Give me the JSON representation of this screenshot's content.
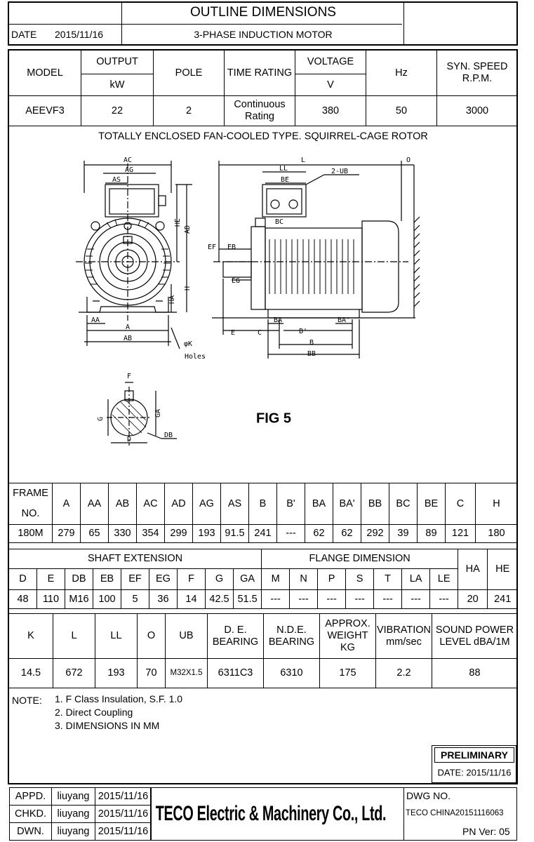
{
  "header": {
    "title": "OUTLINE DIMENSIONS",
    "subtitle": "3-PHASE INDUCTION MOTOR",
    "date_label": "DATE",
    "date_value": "2015/11/16"
  },
  "spec": {
    "headers": {
      "model": "MODEL",
      "output": "OUTPUT",
      "output_unit": "kW",
      "pole": "POLE",
      "time_rating": "TIME RATING",
      "voltage": "VOLTAGE",
      "voltage_unit": "V",
      "hz": "Hz",
      "speed": "SYN. SPEED R.P.M."
    },
    "values": {
      "model": "AEEVF3",
      "output": "22",
      "pole": "2",
      "time_rating": "Continuous Rating",
      "voltage": "380",
      "hz": "50",
      "speed": "3000"
    }
  },
  "drawing": {
    "caption": "TOTALLY ENCLOSED FAN-COOLED TYPE. SQUIRREL-CAGE ROTOR",
    "fig_label": "FIG 5",
    "dims_front": [
      "AC",
      "AG",
      "AS",
      "HE",
      "AD",
      "H",
      "HA",
      "AA",
      "A",
      "AB",
      "φK",
      "Holes"
    ],
    "dims_side": [
      "L",
      "O",
      "LL",
      "BE",
      "2-UB",
      "BC",
      "EF",
      "EB",
      "EG",
      "E",
      "C",
      "BA",
      "B'",
      "BA'",
      "B",
      "BB"
    ],
    "dims_shaft": [
      "F",
      "G",
      "GA",
      "D",
      "DB"
    ]
  },
  "frame_table": {
    "header_row1_label": "FRAME",
    "header_row2_label": "NO.",
    "columns": [
      "A",
      "AA",
      "AB",
      "AC",
      "AD",
      "AG",
      "AS",
      "B",
      "B'",
      "BA",
      "BA'",
      "BB",
      "BC",
      "BE",
      "C",
      "H"
    ],
    "frame_no": "180M",
    "values": [
      "279",
      "65",
      "330",
      "354",
      "299",
      "193",
      "91.5",
      "241",
      "---",
      "62",
      "62",
      "292",
      "39",
      "89",
      "121",
      "180"
    ]
  },
  "shaft_table": {
    "shaft_title": "SHAFT EXTENSION",
    "flange_title": "FLANGE DIMENSION",
    "columns": [
      "D",
      "E",
      "DB",
      "EB",
      "EF",
      "EG",
      "F",
      "G",
      "GA",
      "M",
      "N",
      "P",
      "S",
      "T",
      "LA",
      "LE",
      "HA",
      "HE"
    ],
    "values": [
      "48",
      "110",
      "M16",
      "100",
      "5",
      "36",
      "14",
      "42.5",
      "51.5",
      "---",
      "---",
      "---",
      "---",
      "---",
      "---",
      "---",
      "20",
      "241"
    ]
  },
  "misc_table": {
    "columns": [
      "K",
      "L",
      "LL",
      "O",
      "UB",
      "D. E. BEARING",
      "N.D.E. BEARING",
      "APPROX. WEIGHT KG",
      "VIBRATION mm/sec",
      "SOUND POWER LEVEL dBA/1M"
    ],
    "values": [
      "14.5",
      "672",
      "193",
      "70",
      "M32X1.5",
      "6311C3",
      "6310",
      "175",
      "2.2",
      "88"
    ]
  },
  "notes": {
    "label": "NOTE:",
    "items": [
      "1. F Class Insulation, S.F. 1.0",
      "2. Direct Coupling",
      "3. DIMENSIONS IN MM"
    ]
  },
  "preliminary": {
    "label": "PRELIMINARY",
    "date": "DATE: 2015/11/16"
  },
  "titleblock": {
    "rows": [
      {
        "role": "APPD.",
        "name": "liuyang",
        "date": "2015/11/16"
      },
      {
        "role": "CHKD.",
        "name": "liuyang",
        "date": "2015/11/16"
      },
      {
        "role": "DWN.",
        "name": "liuyang",
        "date": "2015/11/16"
      }
    ],
    "company": "TECO Electric & Machinery Co., Ltd.",
    "dwg_label": "DWG NO.",
    "dwg_no": "TECO CHINA20151116063",
    "pn_ver": "PN Ver: 05"
  }
}
